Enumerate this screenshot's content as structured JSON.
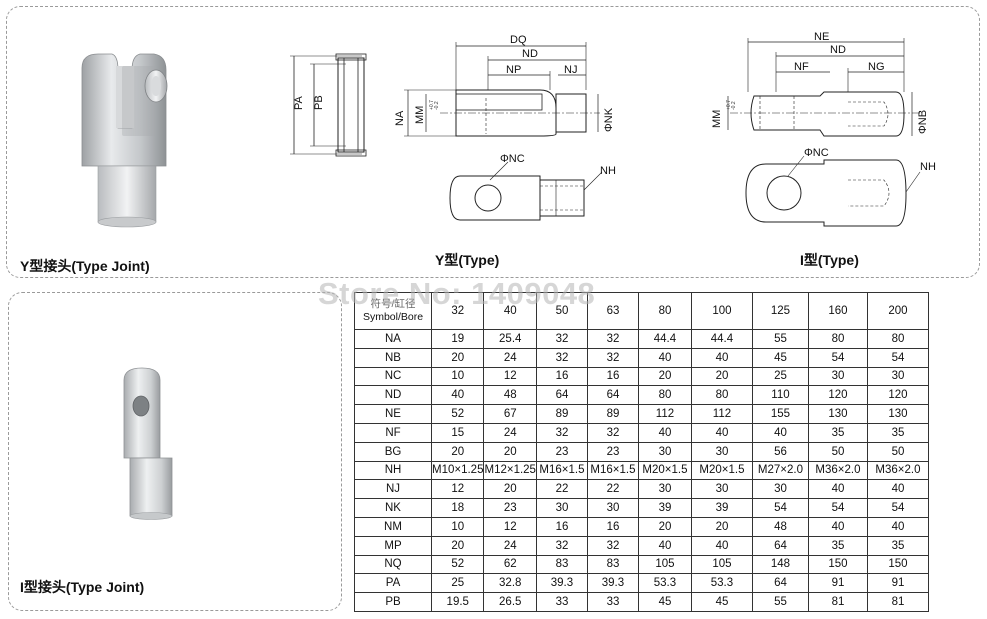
{
  "captions": {
    "y_joint": "Y型接头(Type Joint)",
    "i_joint": "I型接头(Type Joint)",
    "y_type": "Y型(Type)",
    "i_type": "I型(Type)"
  },
  "watermark": "Store No: 1409048",
  "diagram_labels": {
    "pa": "PA",
    "pb": "PB",
    "dq": "DQ",
    "nd": "ND",
    "np": "NP",
    "nj": "NJ",
    "na": "NA",
    "mm": "MM",
    "nk": "ΦNK",
    "nc": "ΦNC",
    "nh": "NH",
    "ne": "NE",
    "nf": "NF",
    "ng": "NG",
    "nb": "ΦNB",
    "tol_plus": "+0.7",
    "tol_minus": "-0.2"
  },
  "table": {
    "header_cn": "符号/缸径",
    "header_en": "Symbol/Bore",
    "bores": [
      "32",
      "40",
      "50",
      "63",
      "80",
      "100",
      "125",
      "160",
      "200"
    ],
    "rows": [
      {
        "symbol": "NA",
        "values": [
          "19",
          "25.4",
          "32",
          "32",
          "44.4",
          "44.4",
          "55",
          "80",
          "80"
        ]
      },
      {
        "symbol": "NB",
        "values": [
          "20",
          "24",
          "32",
          "32",
          "40",
          "40",
          "45",
          "54",
          "54"
        ]
      },
      {
        "symbol": "NC",
        "values": [
          "10",
          "12",
          "16",
          "16",
          "20",
          "20",
          "25",
          "30",
          "30"
        ]
      },
      {
        "symbol": "ND",
        "values": [
          "40",
          "48",
          "64",
          "64",
          "80",
          "80",
          "110",
          "120",
          "120"
        ]
      },
      {
        "symbol": "NE",
        "values": [
          "52",
          "67",
          "89",
          "89",
          "112",
          "112",
          "155",
          "130",
          "130"
        ]
      },
      {
        "symbol": "NF",
        "values": [
          "15",
          "24",
          "32",
          "32",
          "40",
          "40",
          "40",
          "35",
          "35"
        ]
      },
      {
        "symbol": "BG",
        "values": [
          "20",
          "20",
          "23",
          "23",
          "30",
          "30",
          "56",
          "50",
          "50"
        ]
      },
      {
        "symbol": "NH",
        "values": [
          "M10×1.25",
          "M12×1.25",
          "M16×1.5",
          "M16×1.5",
          "M20×1.5",
          "M20×1.5",
          "M27×2.0",
          "M36×2.0",
          "M36×2.0"
        ]
      },
      {
        "symbol": "NJ",
        "values": [
          "12",
          "20",
          "22",
          "22",
          "30",
          "30",
          "30",
          "40",
          "40"
        ]
      },
      {
        "symbol": "NK",
        "values": [
          "18",
          "23",
          "30",
          "30",
          "39",
          "39",
          "54",
          "54",
          "54"
        ]
      },
      {
        "symbol": "NM",
        "values": [
          "10",
          "12",
          "16",
          "16",
          "20",
          "20",
          "48",
          "40",
          "40"
        ]
      },
      {
        "symbol": "MP",
        "values": [
          "20",
          "24",
          "32",
          "32",
          "40",
          "40",
          "64",
          "35",
          "35"
        ]
      },
      {
        "symbol": "NQ",
        "values": [
          "52",
          "62",
          "83",
          "83",
          "105",
          "105",
          "148",
          "150",
          "150"
        ]
      },
      {
        "symbol": "PA",
        "values": [
          "25",
          "32.8",
          "39.3",
          "39.3",
          "53.3",
          "53.3",
          "64",
          "91",
          "91"
        ]
      },
      {
        "symbol": "PB",
        "values": [
          "19.5",
          "26.5",
          "33",
          "33",
          "45",
          "45",
          "55",
          "81",
          "81"
        ]
      }
    ]
  }
}
